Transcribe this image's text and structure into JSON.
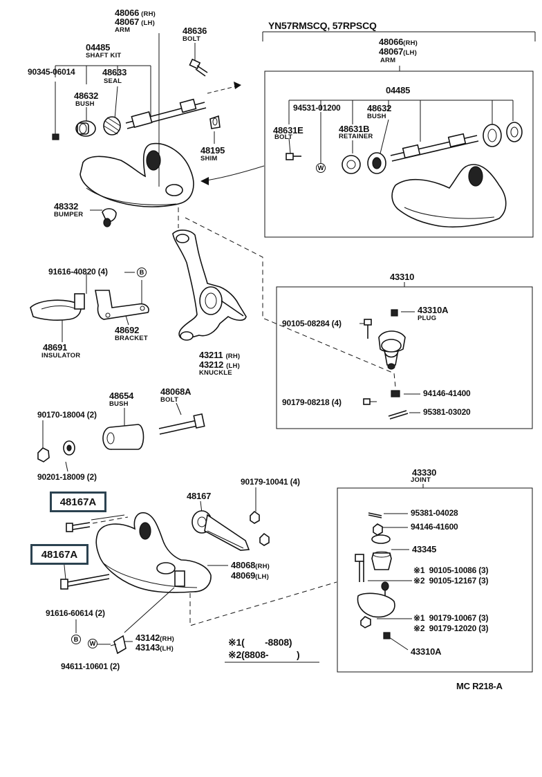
{
  "variant_header": "YN57RMSCQ, 57RPSCQ",
  "footer_code": "MC R218-A",
  "legend": {
    "line1": "※1(        -8808)",
    "line2": "※2(8808-           )"
  },
  "circle_markers": {
    "b": "B",
    "w": "W"
  },
  "upper_arm": {
    "arm_rh": "48066",
    "arm_rh_side": "(RH)",
    "arm_lh": "48067",
    "arm_lh_side": "(LH)",
    "arm_name": "ARM",
    "shaft_kit": "04485",
    "shaft_kit_name": "SHAFT KIT",
    "bolt_04": "90345-06014",
    "seal": "48633",
    "seal_name": "SEAL",
    "bush": "48632",
    "bush_name": "BUSH",
    "bolt": "48636",
    "bolt_name": "BOLT",
    "shim": "48195",
    "shim_name": "SHIM",
    "bumper": "48332",
    "bumper_name": "BUMPER"
  },
  "variant_box": {
    "arm_rh": "48066",
    "arm_rh_side": "(RH)",
    "arm_lh": "48067",
    "arm_lh_side": "(LH)",
    "arm_name": "ARM",
    "shaft": "04485",
    "washer": "94531-01200",
    "bush": "48632",
    "bush_name": "BUSH",
    "bolt": "48631E",
    "bolt_name": "BOLT",
    "retainer": "48631B",
    "retainer_name": "RETAINER"
  },
  "insulator_group": {
    "screw": "91616-40820 (4)",
    "bracket": "48692",
    "bracket_name": "BRACKET",
    "insulator": "48691",
    "insulator_name": "INSULATOR"
  },
  "knuckle": {
    "rh": "43211",
    "rh_side": "(RH)",
    "lh": "43212",
    "lh_side": "(LH)",
    "name": "KNUCKLE"
  },
  "upper_ball_joint": {
    "assembly": "43310",
    "plug": "43310A",
    "plug_name": "PLUG",
    "bolt": "90105-08284 (4)",
    "nut": "94146-41400",
    "washer": "90179-08218 (4)",
    "pin": "95381-03020"
  },
  "lower_arm": {
    "bush": "48654",
    "bush_name": "BUSH",
    "bolt": "48068A",
    "bolt_name": "BOLT",
    "nut": "90170-18004 (2)",
    "washer": "90201-18009 (2)",
    "bolt_a_1": "48167A",
    "bolt_a_2": "48167A",
    "nut_4": "90179-10041 (4)",
    "strut": "48167",
    "arm_rh": "48068",
    "arm_rh_side": "(RH)",
    "arm_lh": "48069",
    "arm_lh_side": "(LH)",
    "screw": "91616-60614 (2)",
    "stopper_rh": "43142",
    "stopper_rh_side": "(RH)",
    "stopper_lh": "43143",
    "stopper_lh_side": "(LH)",
    "washer_w": "94611-10601 (2)"
  },
  "lower_ball_joint": {
    "assembly": "43330",
    "name": "JOINT",
    "pin": "95381-04028",
    "nut": "94146-41600",
    "boot": "43345",
    "bolt1": "※1  90105-10086 (3)",
    "bolt2": "※2  90105-12167 (3)",
    "nut1": "※1  90179-10067 (3)",
    "nut2": "※2  90179-12020 (3)",
    "sub": "43310A"
  }
}
